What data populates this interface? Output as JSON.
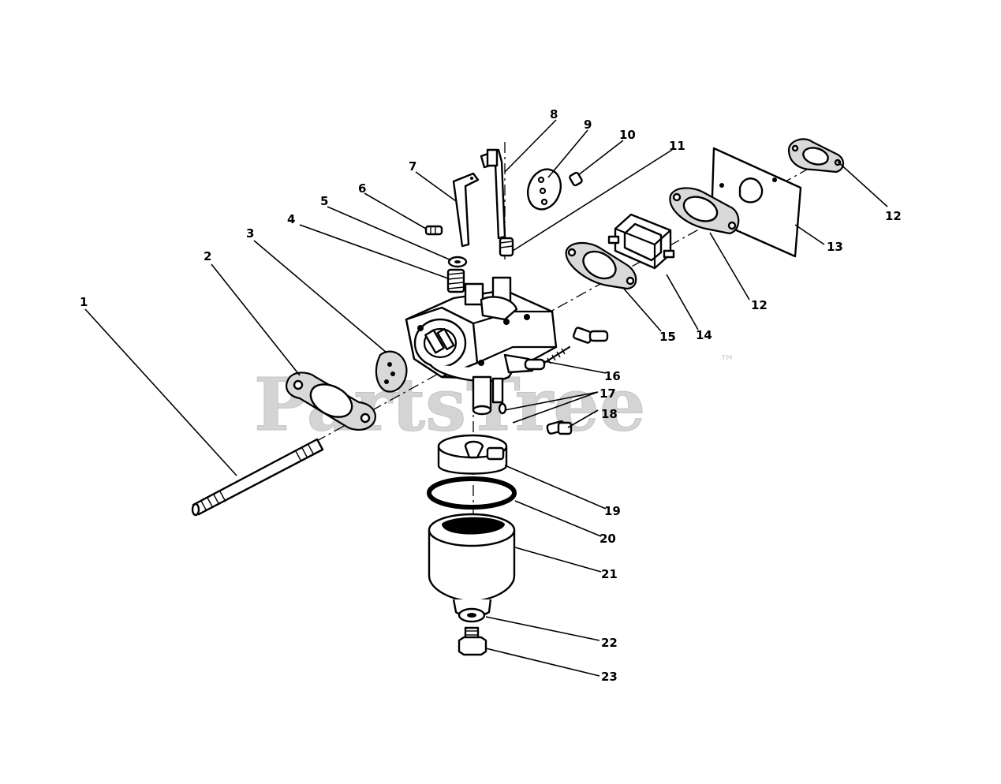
{
  "watermark": {
    "text": "PartsTree",
    "trademark": "™",
    "color": "#d4d4d4"
  },
  "callouts": [
    "1",
    "2",
    "3",
    "4",
    "5",
    "6",
    "7",
    "8",
    "9",
    "10",
    "11",
    "12",
    "12",
    "13",
    "14",
    "15",
    "16",
    "17",
    "18",
    "19",
    "20",
    "21",
    "22",
    "23"
  ]
}
